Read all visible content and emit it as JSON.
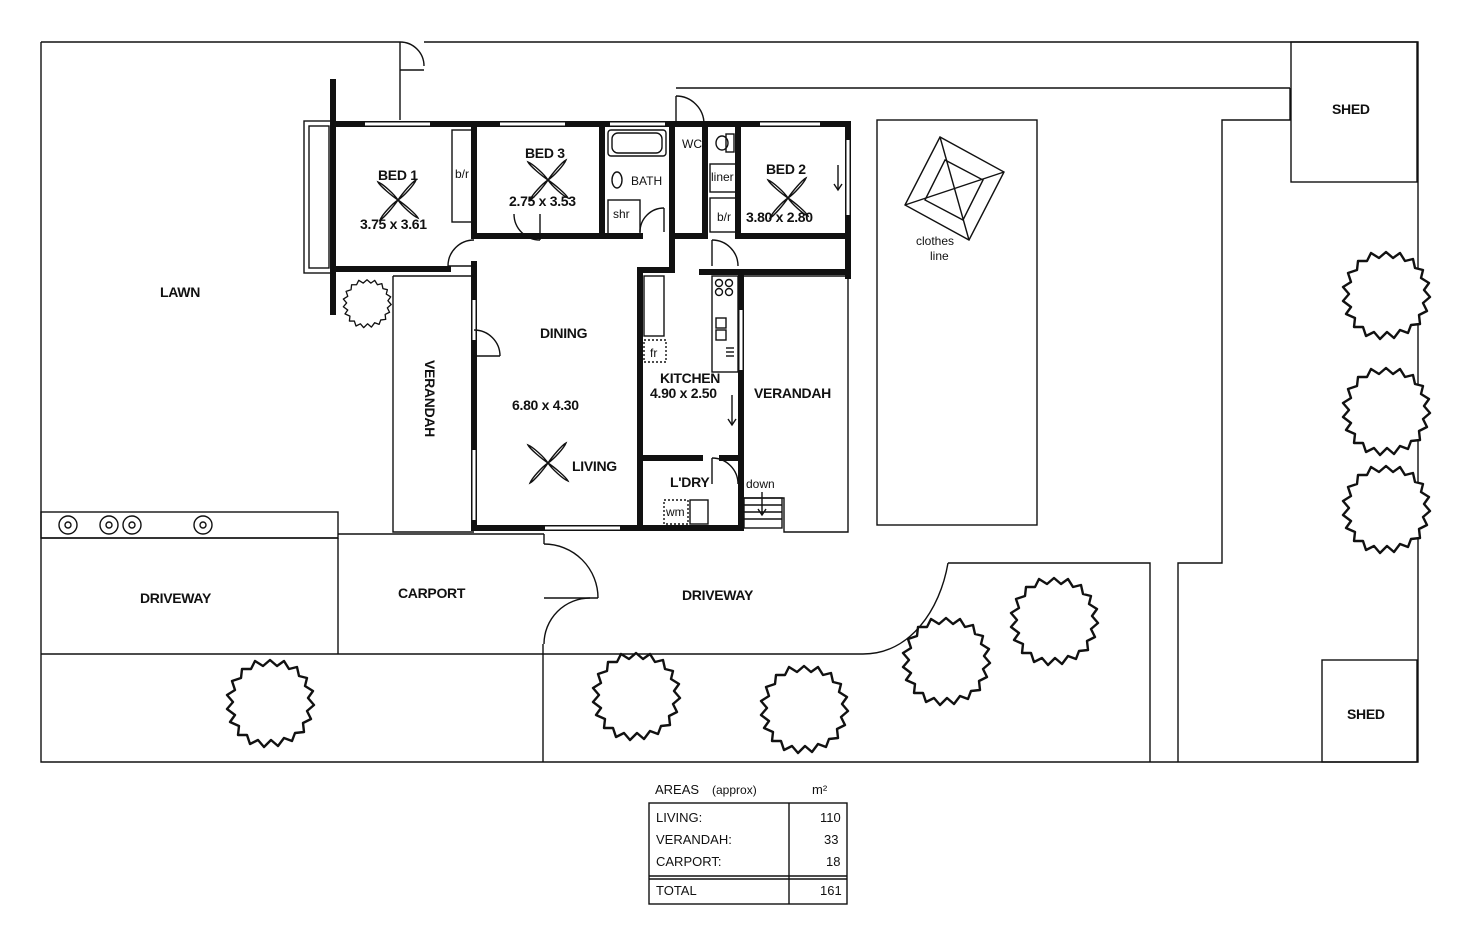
{
  "labels": {
    "lawn": "LAWN",
    "bed1": "BED 1",
    "bed1_size": "3.75 x 3.61",
    "bir1": "b/r",
    "bed3": "BED 3",
    "bed3_size": "2.75 x 3.53",
    "bath": "BATH",
    "shr": "shr",
    "wc": "WC",
    "bed2": "BED 2",
    "bed2_size": "3.80 x 2.80",
    "liner": "liner",
    "bir2": "b/r",
    "clothes": "clothes",
    "line": "line",
    "shed_top": "SHED",
    "shed_bottom": "SHED",
    "verandah_left": "VERANDAH",
    "dining": "DINING",
    "living_size": "6.80 x 4.30",
    "living": "LIVING",
    "fr": "fr",
    "kitchen": "KITCHEN",
    "kitchen_size": "4.90 x 2.50",
    "verandah_right": "VERANDAH",
    "laundry": "L'DRY",
    "wm": "wm",
    "down": "down",
    "driveway_left": "DRIVEWAY",
    "carport": "CARPORT",
    "driveway_right": "DRIVEWAY"
  },
  "areas": {
    "title": "AREAS",
    "title_note": "(approx)",
    "unit": "m²",
    "rows": [
      {
        "label": "LIVING:",
        "value": "110"
      },
      {
        "label": "VERANDAH:",
        "value": "33"
      },
      {
        "label": "CARPORT:",
        "value": "18"
      }
    ],
    "total_label": "TOTAL",
    "total_value": "161"
  }
}
